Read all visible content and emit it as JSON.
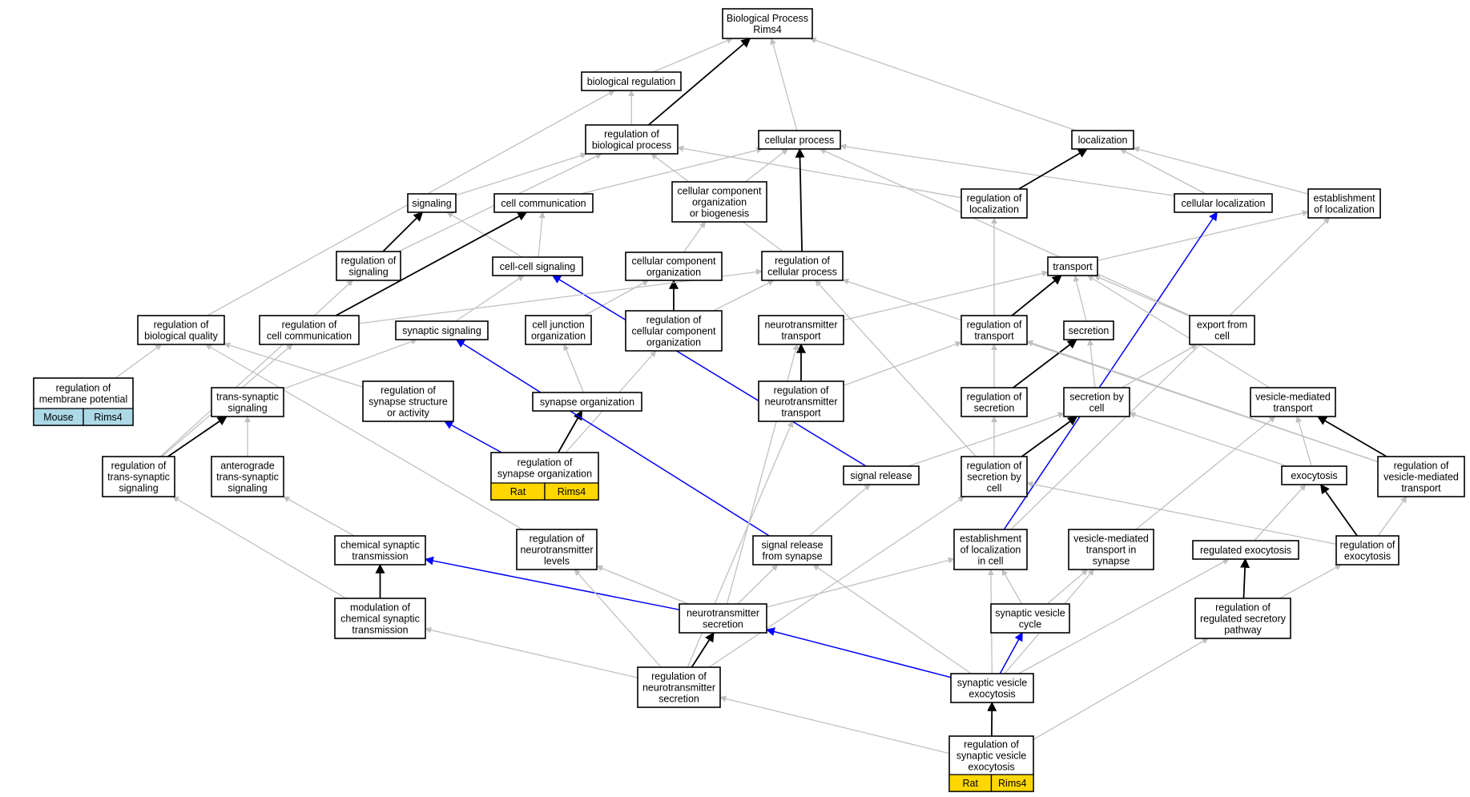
{
  "colors": {
    "gray_edge": "#c0c0c0",
    "black_edge": "#000000",
    "blue_edge": "#0000ff",
    "rat_annotation": "#ffd700",
    "mouse_annotation": "#add8e6"
  },
  "nodes": [
    {
      "id": "bp_root",
      "lines": [
        "Biological Process",
        "Rims4"
      ]
    },
    {
      "id": "biological_regulation",
      "lines": [
        "biological regulation"
      ]
    },
    {
      "id": "reg_biological_process",
      "lines": [
        "regulation of",
        "biological process"
      ]
    },
    {
      "id": "cellular_process",
      "lines": [
        "cellular process"
      ]
    },
    {
      "id": "localization",
      "lines": [
        "localization"
      ]
    },
    {
      "id": "signaling",
      "lines": [
        "signaling"
      ]
    },
    {
      "id": "cell_communication",
      "lines": [
        "cell communication"
      ]
    },
    {
      "id": "ccob",
      "lines": [
        "cellular component",
        "organization",
        "or biogenesis"
      ]
    },
    {
      "id": "reg_localization",
      "lines": [
        "regulation of",
        "localization"
      ]
    },
    {
      "id": "cellular_localization",
      "lines": [
        "cellular localization"
      ]
    },
    {
      "id": "establishment_localization",
      "lines": [
        "establishment",
        "of localization"
      ]
    },
    {
      "id": "reg_signaling",
      "lines": [
        "regulation of",
        "signaling"
      ]
    },
    {
      "id": "cell_cell_signaling",
      "lines": [
        "cell-cell signaling"
      ]
    },
    {
      "id": "cc_organization",
      "lines": [
        "cellular component",
        "organization"
      ]
    },
    {
      "id": "reg_cellular_process",
      "lines": [
        "regulation of",
        "cellular process"
      ]
    },
    {
      "id": "transport",
      "lines": [
        "transport"
      ]
    },
    {
      "id": "reg_biological_quality",
      "lines": [
        "regulation of",
        "biological quality"
      ]
    },
    {
      "id": "reg_cell_communication",
      "lines": [
        "regulation of",
        "cell communication"
      ]
    },
    {
      "id": "synaptic_signaling",
      "lines": [
        "synaptic signaling"
      ]
    },
    {
      "id": "cell_junction_org",
      "lines": [
        "cell junction",
        "organization"
      ]
    },
    {
      "id": "reg_cc_organization",
      "lines": [
        "regulation of",
        "cellular component",
        "organization"
      ]
    },
    {
      "id": "nt_transport",
      "lines": [
        "neurotransmitter",
        "transport"
      ]
    },
    {
      "id": "reg_transport",
      "lines": [
        "regulation of",
        "transport"
      ]
    },
    {
      "id": "secretion",
      "lines": [
        "secretion"
      ]
    },
    {
      "id": "export_from_cell",
      "lines": [
        "export from",
        "cell"
      ]
    },
    {
      "id": "reg_membrane_potential",
      "lines": [
        "regulation of",
        "membrane potential"
      ],
      "annotations": [
        {
          "species": "Mouse",
          "gene": "Rims4",
          "color": "mouse"
        }
      ]
    },
    {
      "id": "trans_synaptic_signaling",
      "lines": [
        "trans-synaptic",
        "signaling"
      ]
    },
    {
      "id": "reg_synapse_structure",
      "lines": [
        "regulation of",
        "synapse structure",
        "or activity"
      ]
    },
    {
      "id": "synapse_organization",
      "lines": [
        "synapse organization"
      ]
    },
    {
      "id": "reg_nt_transport",
      "lines": [
        "regulation of",
        "neurotransmitter",
        "transport"
      ]
    },
    {
      "id": "reg_secretion",
      "lines": [
        "regulation of",
        "secretion"
      ]
    },
    {
      "id": "secretion_by_cell",
      "lines": [
        "secretion by",
        "cell"
      ]
    },
    {
      "id": "vesicle_mediated_transport",
      "lines": [
        "vesicle-mediated",
        "transport"
      ]
    },
    {
      "id": "reg_trans_synaptic",
      "lines": [
        "regulation of",
        "trans-synaptic",
        "signaling"
      ]
    },
    {
      "id": "anterograde",
      "lines": [
        "anterograde",
        "trans-synaptic",
        "signaling"
      ]
    },
    {
      "id": "reg_synapse_org",
      "lines": [
        "regulation of",
        "synapse organization"
      ],
      "annotations": [
        {
          "species": "Rat",
          "gene": "Rims4",
          "color": "rat"
        }
      ]
    },
    {
      "id": "signal_release",
      "lines": [
        "signal release"
      ]
    },
    {
      "id": "reg_secretion_by_cell",
      "lines": [
        "regulation of",
        "secretion by",
        "cell"
      ]
    },
    {
      "id": "exocytosis",
      "lines": [
        "exocytosis"
      ]
    },
    {
      "id": "reg_vmt",
      "lines": [
        "regulation of",
        "vesicle-mediated",
        "transport"
      ]
    },
    {
      "id": "chem_syn_transmission",
      "lines": [
        "chemical synaptic",
        "transmission"
      ]
    },
    {
      "id": "reg_nt_levels",
      "lines": [
        "regulation of",
        "neurotransmitter",
        "levels"
      ]
    },
    {
      "id": "signal_release_synapse",
      "lines": [
        "signal release",
        "from synapse"
      ]
    },
    {
      "id": "est_loc_in_cell",
      "lines": [
        "establishment",
        "of localization",
        "in cell"
      ]
    },
    {
      "id": "vmt_in_synapse",
      "lines": [
        "vesicle-mediated",
        "transport in",
        "synapse"
      ]
    },
    {
      "id": "regulated_exocytosis",
      "lines": [
        "regulated exocytosis"
      ]
    },
    {
      "id": "reg_exocytosis",
      "lines": [
        "regulation of",
        "exocytosis"
      ]
    },
    {
      "id": "mod_chem_syn",
      "lines": [
        "modulation of",
        "chemical synaptic",
        "transmission"
      ]
    },
    {
      "id": "nt_secretion",
      "lines": [
        "neurotransmitter",
        "secretion"
      ]
    },
    {
      "id": "syn_vesicle_cycle",
      "lines": [
        "synaptic vesicle",
        "cycle"
      ]
    },
    {
      "id": "reg_reg_secretory",
      "lines": [
        "regulation of",
        "regulated secretory",
        "pathway"
      ]
    },
    {
      "id": "reg_nt_secretion",
      "lines": [
        "regulation of",
        "neurotransmitter",
        "secretion"
      ]
    },
    {
      "id": "syn_vesicle_exocytosis",
      "lines": [
        "synaptic vesicle",
        "exocytosis"
      ]
    },
    {
      "id": "reg_syn_vesicle_exo",
      "lines": [
        "regulation of",
        "synaptic vesicle",
        "exocytosis"
      ],
      "annotations": [
        {
          "species": "Rat",
          "gene": "Rims4",
          "color": "rat"
        }
      ]
    }
  ],
  "edges": [
    {
      "from": "biological_regulation",
      "to": "bp_root",
      "kind": "gray"
    },
    {
      "from": "reg_biological_process",
      "to": "bp_root",
      "kind": "black"
    },
    {
      "from": "cellular_process",
      "to": "bp_root",
      "kind": "gray"
    },
    {
      "from": "localization",
      "to": "bp_root",
      "kind": "gray"
    },
    {
      "from": "reg_biological_process",
      "to": "biological_regulation",
      "kind": "gray"
    },
    {
      "from": "reg_biological_quality",
      "to": "biological_regulation",
      "kind": "gray"
    },
    {
      "from": "signaling",
      "to": "reg_biological_process",
      "kind": "gray"
    },
    {
      "from": "reg_signaling",
      "to": "reg_biological_process",
      "kind": "gray"
    },
    {
      "from": "reg_localization",
      "to": "reg_biological_process",
      "kind": "gray"
    },
    {
      "from": "reg_cellular_process",
      "to": "reg_biological_process",
      "kind": "gray"
    },
    {
      "from": "cell_communication",
      "to": "cellular_process",
      "kind": "gray"
    },
    {
      "from": "ccob",
      "to": "cellular_process",
      "kind": "gray"
    },
    {
      "from": "reg_cellular_process",
      "to": "cellular_process",
      "kind": "black"
    },
    {
      "from": "cellular_localization",
      "to": "cellular_process",
      "kind": "gray"
    },
    {
      "from": "export_from_cell",
      "to": "cellular_process",
      "kind": "gray"
    },
    {
      "from": "reg_localization",
      "to": "localization",
      "kind": "black"
    },
    {
      "from": "cellular_localization",
      "to": "localization",
      "kind": "gray"
    },
    {
      "from": "establishment_localization",
      "to": "localization",
      "kind": "gray"
    },
    {
      "from": "reg_signaling",
      "to": "signaling",
      "kind": "black"
    },
    {
      "from": "cell_cell_signaling",
      "to": "signaling",
      "kind": "gray"
    },
    {
      "from": "cell_cell_signaling",
      "to": "cell_communication",
      "kind": "gray"
    },
    {
      "from": "reg_cell_communication",
      "to": "cell_communication",
      "kind": "black"
    },
    {
      "from": "cc_organization",
      "to": "ccob",
      "kind": "gray"
    },
    {
      "from": "reg_cc_organization",
      "to": "cc_organization",
      "kind": "black"
    },
    {
      "from": "cell_junction_org",
      "to": "cc_organization",
      "kind": "gray"
    },
    {
      "from": "synaptic_signaling",
      "to": "cell_cell_signaling",
      "kind": "gray"
    },
    {
      "from": "signal_release",
      "to": "cell_cell_signaling",
      "kind": "blue"
    },
    {
      "from": "reg_cc_organization",
      "to": "reg_cellular_process",
      "kind": "gray"
    },
    {
      "from": "reg_cell_communication",
      "to": "reg_cellular_process",
      "kind": "gray"
    },
    {
      "from": "reg_secretion_by_cell",
      "to": "reg_cellular_process",
      "kind": "gray"
    },
    {
      "from": "reg_vmt",
      "to": "reg_cellular_process",
      "kind": "gray"
    },
    {
      "from": "transport",
      "to": "establishment_localization",
      "kind": "gray"
    },
    {
      "from": "est_loc_in_cell",
      "to": "establishment_localization",
      "kind": "gray"
    },
    {
      "from": "est_loc_in_cell",
      "to": "cellular_localization",
      "kind": "blue"
    },
    {
      "from": "reg_transport",
      "to": "reg_localization",
      "kind": "gray"
    },
    {
      "from": "reg_transport",
      "to": "transport",
      "kind": "black"
    },
    {
      "from": "secretion",
      "to": "transport",
      "kind": "gray"
    },
    {
      "from": "export_from_cell",
      "to": "transport",
      "kind": "gray"
    },
    {
      "from": "nt_transport",
      "to": "transport",
      "kind": "gray"
    },
    {
      "from": "vesicle_mediated_transport",
      "to": "transport",
      "kind": "gray"
    },
    {
      "from": "reg_secretion",
      "to": "secretion",
      "kind": "black"
    },
    {
      "from": "secretion_by_cell",
      "to": "secretion",
      "kind": "gray"
    },
    {
      "from": "secretion_by_cell",
      "to": "export_from_cell",
      "kind": "gray"
    },
    {
      "from": "reg_secretion",
      "to": "reg_transport",
      "kind": "gray"
    },
    {
      "from": "reg_nt_transport",
      "to": "reg_transport",
      "kind": "gray"
    },
    {
      "from": "reg_vmt",
      "to": "reg_transport",
      "kind": "gray"
    },
    {
      "from": "reg_nt_transport",
      "to": "nt_transport",
      "kind": "black"
    },
    {
      "from": "reg_secretion_by_cell",
      "to": "reg_secretion",
      "kind": "gray"
    },
    {
      "from": "reg_secretion_by_cell",
      "to": "secretion_by_cell",
      "kind": "black"
    },
    {
      "from": "signal_release",
      "to": "secretion_by_cell",
      "kind": "gray"
    },
    {
      "from": "exocytosis",
      "to": "secretion_by_cell",
      "kind": "gray"
    },
    {
      "from": "exocytosis",
      "to": "vesicle_mediated_transport",
      "kind": "gray"
    },
    {
      "from": "reg_vmt",
      "to": "vesicle_mediated_transport",
      "kind": "black"
    },
    {
      "from": "vmt_in_synapse",
      "to": "vesicle_mediated_transport",
      "kind": "gray"
    },
    {
      "from": "reg_membrane_potential",
      "to": "reg_biological_quality",
      "kind": "gray"
    },
    {
      "from": "reg_trans_synaptic",
      "to": "reg_cell_communication",
      "kind": "gray"
    },
    {
      "from": "reg_trans_synaptic",
      "to": "reg_signaling",
      "kind": "gray"
    },
    {
      "from": "reg_trans_synaptic",
      "to": "trans_synaptic_signaling",
      "kind": "black"
    },
    {
      "from": "trans_synaptic_signaling",
      "to": "synaptic_signaling",
      "kind": "gray"
    },
    {
      "from": "anterograde",
      "to": "trans_synaptic_signaling",
      "kind": "gray"
    },
    {
      "from": "reg_synapse_structure",
      "to": "reg_biological_quality",
      "kind": "gray"
    },
    {
      "from": "reg_synapse_org",
      "to": "reg_synapse_structure",
      "kind": "blue"
    },
    {
      "from": "reg_synapse_org",
      "to": "synapse_organization",
      "kind": "black"
    },
    {
      "from": "reg_synapse_org",
      "to": "reg_cc_organization",
      "kind": "gray"
    },
    {
      "from": "synapse_organization",
      "to": "cell_junction_org",
      "kind": "gray"
    },
    {
      "from": "signal_release_synapse",
      "to": "synaptic_signaling",
      "kind": "blue"
    },
    {
      "from": "signal_release_synapse",
      "to": "signal_release",
      "kind": "gray"
    },
    {
      "from": "reg_nt_levels",
      "to": "reg_biological_quality",
      "kind": "gray"
    },
    {
      "from": "chem_syn_transmission",
      "to": "anterograde",
      "kind": "gray"
    },
    {
      "from": "mod_chem_syn",
      "to": "chem_syn_transmission",
      "kind": "black"
    },
    {
      "from": "mod_chem_syn",
      "to": "reg_trans_synaptic",
      "kind": "gray"
    },
    {
      "from": "nt_secretion",
      "to": "chem_syn_transmission",
      "kind": "blue"
    },
    {
      "from": "nt_secretion",
      "to": "reg_nt_levels",
      "kind": "gray"
    },
    {
      "from": "nt_secretion",
      "to": "signal_release_synapse",
      "kind": "gray"
    },
    {
      "from": "nt_secretion",
      "to": "nt_transport",
      "kind": "gray"
    },
    {
      "from": "nt_secretion",
      "to": "est_loc_in_cell",
      "kind": "gray"
    },
    {
      "from": "reg_nt_secretion",
      "to": "nt_secretion",
      "kind": "black"
    },
    {
      "from": "reg_nt_secretion",
      "to": "mod_chem_syn",
      "kind": "gray"
    },
    {
      "from": "reg_nt_secretion",
      "to": "reg_nt_levels",
      "kind": "gray"
    },
    {
      "from": "reg_nt_secretion",
      "to": "reg_nt_transport",
      "kind": "gray"
    },
    {
      "from": "reg_nt_secretion",
      "to": "reg_secretion_by_cell",
      "kind": "gray"
    },
    {
      "from": "regulated_exocytosis",
      "to": "exocytosis",
      "kind": "gray"
    },
    {
      "from": "reg_exocytosis",
      "to": "exocytosis",
      "kind": "black"
    },
    {
      "from": "reg_exocytosis",
      "to": "reg_secretion_by_cell",
      "kind": "gray"
    },
    {
      "from": "reg_exocytosis",
      "to": "reg_vmt",
      "kind": "gray"
    },
    {
      "from": "reg_reg_secretory",
      "to": "regulated_exocytosis",
      "kind": "black"
    },
    {
      "from": "reg_reg_secretory",
      "to": "reg_exocytosis",
      "kind": "gray"
    },
    {
      "from": "syn_vesicle_cycle",
      "to": "vmt_in_synapse",
      "kind": "gray"
    },
    {
      "from": "syn_vesicle_cycle",
      "to": "est_loc_in_cell",
      "kind": "gray"
    },
    {
      "from": "syn_vesicle_exocytosis",
      "to": "syn_vesicle_cycle",
      "kind": "blue"
    },
    {
      "from": "syn_vesicle_exocytosis",
      "to": "nt_secretion",
      "kind": "blue"
    },
    {
      "from": "syn_vesicle_exocytosis",
      "to": "signal_release_synapse",
      "kind": "gray"
    },
    {
      "from": "syn_vesicle_exocytosis",
      "to": "est_loc_in_cell",
      "kind": "gray"
    },
    {
      "from": "syn_vesicle_exocytosis",
      "to": "vmt_in_synapse",
      "kind": "gray"
    },
    {
      "from": "syn_vesicle_exocytosis",
      "to": "regulated_exocytosis",
      "kind": "gray"
    },
    {
      "from": "reg_syn_vesicle_exo",
      "to": "syn_vesicle_exocytosis",
      "kind": "black"
    },
    {
      "from": "reg_syn_vesicle_exo",
      "to": "reg_nt_secretion",
      "kind": "gray"
    },
    {
      "from": "reg_syn_vesicle_exo",
      "to": "reg_reg_secretory",
      "kind": "gray"
    }
  ]
}
